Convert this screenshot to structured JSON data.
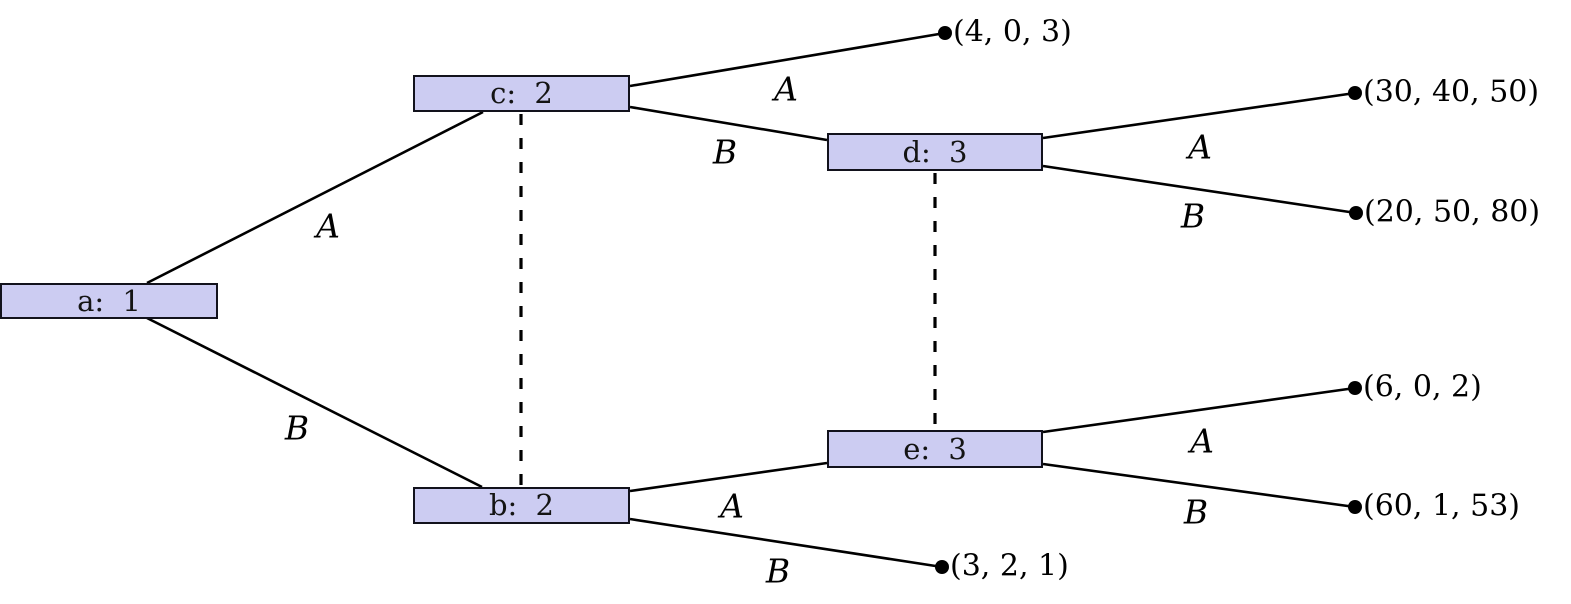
{
  "diagram": {
    "type": "game-tree"
  },
  "colors": {
    "node_fill": "#ccccf2",
    "node_border": "#12121c",
    "edge": "#000000",
    "background": "#ffffff"
  },
  "nodes": [
    {
      "id": "a",
      "label": "a: 1",
      "player": "1"
    },
    {
      "id": "c",
      "label": "c: 2",
      "player": "2"
    },
    {
      "id": "b",
      "label": "b: 2",
      "player": "2"
    },
    {
      "id": "d",
      "label": "d: 3",
      "player": "3"
    },
    {
      "id": "e",
      "label": "e: 3",
      "player": "3"
    }
  ],
  "edges": [
    {
      "from": "a",
      "to": "c",
      "label": "A"
    },
    {
      "from": "a",
      "to": "b",
      "label": "B"
    },
    {
      "from": "c",
      "to": "(4, 0, 3)",
      "label": "A"
    },
    {
      "from": "c",
      "to": "d",
      "label": "B"
    },
    {
      "from": "d",
      "to": "(30, 40, 50)",
      "label": "A"
    },
    {
      "from": "d",
      "to": "(20, 50, 80)",
      "label": "B"
    },
    {
      "from": "b",
      "to": "e",
      "label": "A"
    },
    {
      "from": "b",
      "to": "(3, 2, 1)",
      "label": "B"
    },
    {
      "from": "e",
      "to": "(6, 0, 2)",
      "label": "A"
    },
    {
      "from": "e",
      "to": "(60, 1, 53)",
      "label": "B"
    }
  ],
  "leaves": [
    {
      "payoff": "(4, 0, 3)"
    },
    {
      "payoff": "(30, 40, 50)"
    },
    {
      "payoff": "(20, 50, 80)"
    },
    {
      "payoff": "(6, 0, 2)"
    },
    {
      "payoff": "(60, 1, 53)"
    },
    {
      "payoff": "(3, 2, 1)"
    }
  ],
  "info_sets": [
    {
      "between": [
        "c",
        "b"
      ]
    },
    {
      "between": [
        "d",
        "e"
      ]
    }
  ]
}
